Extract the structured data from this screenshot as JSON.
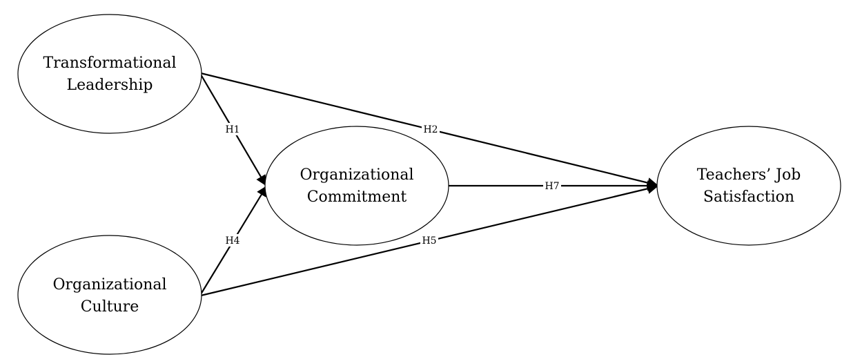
{
  "nodes": [
    {
      "id": "tl",
      "lines": [
        "Transformational",
        "Leadership"
      ]
    },
    {
      "id": "oc",
      "lines": [
        "Organizational",
        "Culture"
      ]
    },
    {
      "id": "ocom",
      "lines": [
        "Organizational",
        "Commitment"
      ]
    },
    {
      "id": "tjs",
      "lines": [
        "Teachers’ Job",
        "Satisfaction"
      ]
    }
  ],
  "edges": [
    {
      "id": "h1",
      "from": "tl",
      "to": "ocom",
      "label": "H1"
    },
    {
      "id": "h2",
      "from": "tl",
      "to": "tjs",
      "label": "H2"
    },
    {
      "id": "h4",
      "from": "oc",
      "to": "ocom",
      "label": "H4"
    },
    {
      "id": "h5",
      "from": "oc",
      "to": "tjs",
      "label": "H5"
    },
    {
      "id": "h7",
      "from": "ocom",
      "to": "tjs",
      "label": "H7"
    }
  ]
}
